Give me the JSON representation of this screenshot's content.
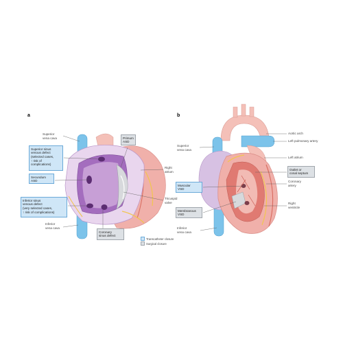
{
  "panel_a": {
    "letter": "a",
    "labels": {
      "svc": "Superior\nvena cava",
      "ivc": "Inferior\nvena cava",
      "primum": "Primum\nASD",
      "right_atrium": "Right\natrium",
      "tricuspid": "Tricuspid\nvalve",
      "coronary_sinus": "Coronary\nsinus defect"
    },
    "boxes": {
      "superior_sinus": "Superior sinus\nvenous defect\n(selected cases,\n↑ risk of\ncomplications)",
      "secundum": "Secundum\nASD",
      "inferior_sinus": "Inferior sinus\nvenous defect\n(very selected cases,\n↑ risk of complications)"
    }
  },
  "panel_b": {
    "letter": "b",
    "labels": {
      "svc": "Superior\nvena cava",
      "ivc": "Inferior\nvena cava",
      "aortic_arch": "Aortic arch",
      "left_pulmonary_artery": "Left pulmonary artery",
      "left_atrium": "Left atrium",
      "coronary_artery": "Coronary\nartery",
      "right_ventricle": "Right\nventricle"
    },
    "boxes": {
      "muscular_vsd": "Muscular\nVSD",
      "membranous_vsd": "Membranous\nVSD",
      "outlet_septum": "Outlet or\nconal septum"
    }
  },
  "legend": {
    "transcatheter": "Transcatheter closure",
    "surgical": "Surgical closure"
  },
  "colors": {
    "transcatheter": "#cfe6f7",
    "surgical": "#dde1e5",
    "vessel_blue": "#7cc3ea",
    "heart_pink": "#f3b6b6",
    "atrium_purple": "#c79fd6"
  }
}
